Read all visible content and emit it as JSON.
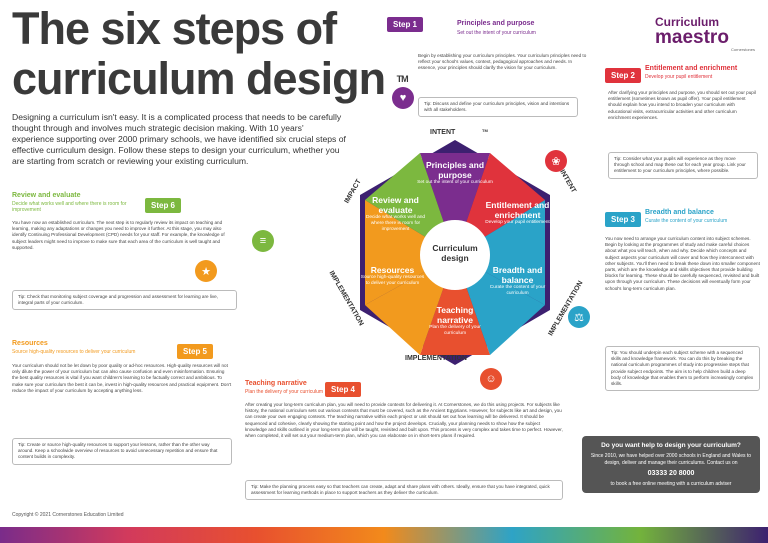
{
  "title_line1": "The six steps of",
  "title_line2": "curriculum design",
  "title_tm": "TM",
  "intro": "Designing a curriculum isn't easy. It is a complicated process that needs to be carefully thought through and involves much strategic decision making. With 10 years' experience supporting over 2000 primary schools, we have identified six crucial steps of effective curriculum design. Follow these steps to design your curriculum, whether you are starting from scratch or reviewing your existing curriculum.",
  "logo": {
    "line1": "Curriculum",
    "line2": "maestro",
    "line3": "Cornerstones"
  },
  "colors": {
    "step1": "#7b2d8e",
    "step2": "#e0333c",
    "step3": "#2aa3c8",
    "step4": "#e8502f",
    "step5": "#f29a1e",
    "step6": "#7cb83f"
  },
  "steps": [
    {
      "label": "Step 1",
      "heading": "Principles and purpose",
      "subheading": "Set out the intent of your curriculum",
      "body": "Begin by establishing your curriculum principles. Your curriculum principles need to reflect your school's values, context, pedagogical approaches and needs. In essence, your principles should clarify the vision for your curriculum.",
      "tip": "Tip: Discuss and define your curriculum principles, vision and intentions with all stakeholders."
    },
    {
      "label": "Step 2",
      "heading": "Entitlement and enrichment",
      "subheading": "Develop your pupil entitlement",
      "body": "After clarifying your principles and purpose, you should set out your pupil entitlement (sometimes known as pupil offer). Your pupil entitlement should explain how you intend to broaden your curriculum with educational visits, extracurricular activities and other curriculum enrichment experiences.",
      "tip": "Tip: Consider what your pupils will experience as they move through school and map these out for each year group. Link your entitlement to your curriculum principles, where possible."
    },
    {
      "label": "Step 3",
      "heading": "Breadth and balance",
      "subheading": "Curate the content of your curriculum",
      "body": "You now need to arrange your curriculum content into subject schemes. Begin by looking at the programmes of study and make careful choices about what you will teach, when and why. Decide which concepts and subject aspects your curriculum will cover and how they interconnect with other subjects. You'll then need to break these down into smaller component parts, which are the knowledge and skills objectives that provide building blocks for learning. These should be carefully sequenced, revisited and built upon through your curriculum. These decisions will eventually form your school's long-term curriculum plan.",
      "tip": "Tip: You should underpin each subject scheme with a sequenced skills and knowledge framework. You can do this by breaking the national curriculum programmes of study into progressive steps that provide subject endpoints. The aim is to help children build a deep body of knowledge that enables them to perform increasingly complex skills."
    },
    {
      "label": "Step 4",
      "heading": "Teaching narrative",
      "subheading": "Plan the delivery of your curriculum",
      "body": "After creating your long-term curriculum plan, you will need to provide contexts for delivering it. At Cornerstones, we do this using projects. For subjects like history, the national curriculum sets out various contexts that must be covered, such as the Ancient Egyptians. However, for subjects like art and design, you can create your own engaging contexts. The teaching narrative within each project or unit should set out how learning will be delivered. It should be sequenced and cohesive, clearly showing the starting point and how the project develops. Crucially, your planning needs to show how the subject knowledge and skills outlined in your long-term plan will be taught, revisited and built upon. This process is very complex and takes time to perfect. However, when completed, it will set out your medium-term plan, which you can elaborate on in short-term plans if required.",
      "tip": "Tip: Make the planning process easy so that teachers can create, adapt and share plans with others. Ideally, ensure that you have integrated, quick assessment for learning methods in place to support teachers as they deliver the curriculum."
    },
    {
      "label": "Step 5",
      "heading": "Resources",
      "subheading": "Source high-quality resources to deliver your curriculum",
      "body": "Your curriculum should not be let down by poor quality or ad-hoc resources. High-quality resources will not only dilute the power of your curriculum but can also cause confusion and even misinformation. Ensuring the best quality resources is vital if you want children's learning to be factually correct and ambitious. To make sure your curriculum the best it can be, invest in high-quality resources and practical equipment. Don't reduce the impact of your curriculum by accepting anything less.",
      "tip": "Tip: Create or source high-quality resources to support your lessons, rather than the other way around. Keep a schoolwide overview of resources to avoid unnecessary repetition and ensure that content builds in complexity."
    },
    {
      "label": "Step 6",
      "heading": "Review and evaluate",
      "subheading": "Decide what works well and where there is room for improvement",
      "body": "You have now an established curriculum. The next step is to regularly review its impact on teaching and learning, making any adaptations or changes you need to improve it further. At this stage, you may also identify Continuing Professional Development (CPD) needs for your staff. For example, the knowledge of subject leaders might need to improve to make sure that each area of the curriculum is well taught and supported.",
      "tip": "Tip: Check that monitoring subject coverage and progression and assessment for learning are live, integral parts of your curriculum."
    }
  ],
  "wheel": {
    "center": "Curriculum design",
    "outer_intent": "INTENT",
    "outer_tm": "TM",
    "outer_intent_right": "INTENT",
    "outer_implementation_bottom": "IMPLEMENTATION",
    "outer_implementation_right": "IMPLEMENTATION",
    "outer_implementation_left": "IMPLEMENTATION",
    "outer_impact": "IMPACT",
    "segments": [
      {
        "title": "Principles and purpose",
        "sub": "Set out the intent of your curriculum"
      },
      {
        "title": "Entitlement and enrichment",
        "sub": "Develop your pupil entitlement"
      },
      {
        "title": "Breadth and balance",
        "sub": "Curate the content of your curriculum"
      },
      {
        "title": "Teaching narrative",
        "sub": "Plan the delivery of your curriculum"
      },
      {
        "title": "Resources",
        "sub": "Source high-quality resources to deliver your curriculum"
      },
      {
        "title": "Review and evaluate",
        "sub": "Decide what works well and where there is room for improvement"
      }
    ]
  },
  "help": {
    "heading": "Do you want help to design your curriculum?",
    "body": "Since 2010, we have helped over 2000 schools in England and Wales to design, deliver and manage their curriculums. Contact us on",
    "phone": "03333 20 8000",
    "cta": "to book a free online meeting with a curriculum adviser"
  },
  "copyright": "Copyright © 2021 Cornerstones Education Limited"
}
